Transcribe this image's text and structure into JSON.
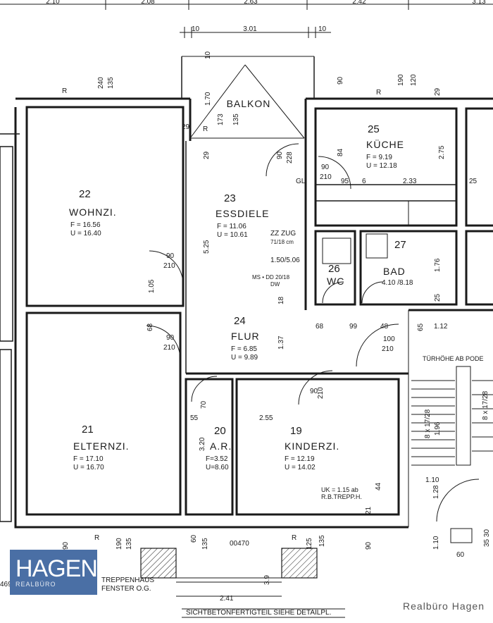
{
  "top_dimensions": [
    "2.10",
    "2.08",
    "2.63",
    "2.42",
    "3.13"
  ],
  "balcony_dims": {
    "left": "10",
    "width": "3.01",
    "right": "10",
    "depth": "1.70",
    "inner": "10"
  },
  "balcony": {
    "name": "BALKON",
    "h1": "173",
    "h2": "135",
    "r": "R",
    "wall": "29"
  },
  "rooms": [
    {
      "num": "22",
      "name": "WOHNZI.",
      "f": "F = 16.56",
      "u": "U = 16.40"
    },
    {
      "num": "23",
      "name": "ESSDIELE",
      "f": "F = 11.06",
      "u": "U = 10.61"
    },
    {
      "num": "25",
      "name": "KÜCHE",
      "f": "F = 9.19",
      "u": "U = 12.18"
    },
    {
      "num": "26",
      "name": "WC",
      "f": "",
      "u": ""
    },
    {
      "num": "27",
      "name": "BAD",
      "f": "4.10 /8.18",
      "u": ""
    },
    {
      "num": "24",
      "name": "FLUR",
      "f": "F = 6.85",
      "u": "U = 9.89"
    },
    {
      "num": "21",
      "name": "ELTERNZI.",
      "f": "F = 17.10",
      "u": "U = 16.70"
    },
    {
      "num": "20",
      "name": "A.R.",
      "f": "F=3.52",
      "u": "U=8.60"
    },
    {
      "num": "19",
      "name": "KINDERZI.",
      "f": "F = 12.19",
      "u": "U = 14.02"
    }
  ],
  "notes": {
    "zzzug": "ZZ ZUG",
    "zzzug_sub": "71/18 cm",
    "height": "1.50/5.06",
    "ms": "MS • DD 20/18",
    "dw": "DW",
    "gl": "GL",
    "door_height": "TÜRHÖHE AB PODE",
    "uk": "UK = 1.15 ab",
    "rb": "R.B.TREPP.H.",
    "treppenhaus": "TREPPENHAUS",
    "fenster": "FENSTER O.G.",
    "sichtbeton": "SICHTBETONFERTIGTEIL SIEHE DETAILPL.",
    "code": "00470",
    "left_num": "469"
  },
  "dims": {
    "d240": "240",
    "d135": "135",
    "d90a": "90",
    "d120": "120",
    "d190": "190",
    "d29": "29",
    "d525": "5.25",
    "d105": "1.05",
    "d68": "68",
    "d90b": "90",
    "d210": "210",
    "d90c": "90",
    "d228": "228",
    "d84": "84",
    "d275": "2.75",
    "d233": "2.33",
    "d95": "95",
    "d6": "6",
    "d176": "1.76",
    "d25": "25",
    "d137": "1.37",
    "d18": "18",
    "d99": "99",
    "d48": "48",
    "d100": "100",
    "d65": "65",
    "d112": "1.12",
    "d255": "2.55",
    "d70": "70",
    "d55": "55",
    "d320": "3.20",
    "d44": "44",
    "d21": "21",
    "d110": "1.10",
    "d128": "1.28",
    "d60": "60",
    "d241": "2.41",
    "d817": "8 x 17/28",
    "d196": "1.96",
    "d3530": "35 30",
    "d135b": "135",
    "d125": "125",
    "r": "R",
    "d39": "3.9"
  },
  "brand": {
    "name": "HAGEN",
    "sub": "REALBÜRO",
    "credit": "Realbüro Hagen"
  }
}
